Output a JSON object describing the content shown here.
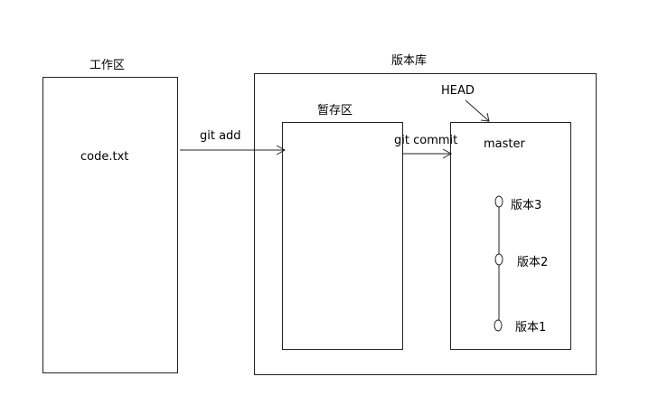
{
  "workspace": {
    "title": "工作区",
    "file": "code.txt"
  },
  "repository": {
    "title": "版本库"
  },
  "stage": {
    "title": "暂存区"
  },
  "branch": {
    "name": "master",
    "head_label": "HEAD"
  },
  "arrows": {
    "add_label": "git add",
    "commit_label": "git commit"
  },
  "versions": [
    "版本3",
    "版本2",
    "版本1"
  ]
}
